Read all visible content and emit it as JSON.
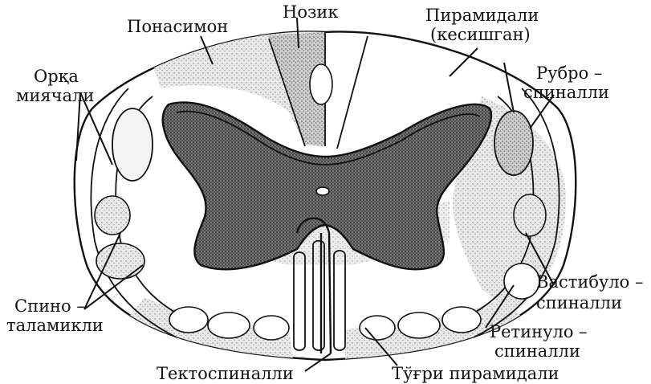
{
  "figure": {
    "labels": {
      "ponasimon": "Понасимон",
      "nozik": "Нозик",
      "piramidali_line1": "Пирамидали",
      "piramidali_line2": "(кесишган)",
      "orqa_line1": "Орқа",
      "orqa_line2": "миячали",
      "rubro_line1": "Рубро –",
      "rubro_line2": "спиналли",
      "vestibulo_line1": "Вастибуло –",
      "vestibulo_line2": "спиналли",
      "spino_line1": "Спино –",
      "spino_line2": "таламикли",
      "retinulo_line1": "Ретинуло –",
      "retinulo_line2": "спиналли",
      "tektospinalli": "Тектоспиналли",
      "tugri_piramidali": "Тўғри пирамидали"
    },
    "colors": {
      "ink": "#111111",
      "white_matter": "#e6e6e6",
      "gray_matter": "#5a5a5a",
      "tract_shade": "#d2d2d2"
    }
  }
}
